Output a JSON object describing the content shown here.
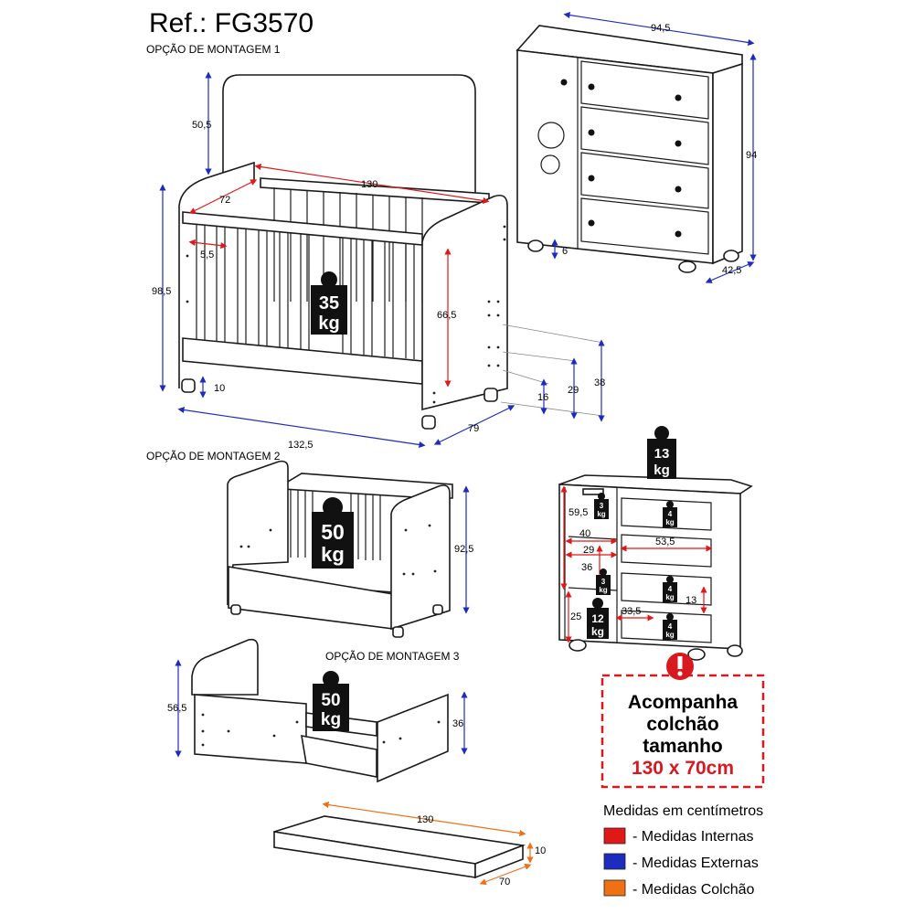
{
  "header": {
    "ref": "Ref.: FG3570",
    "mode1": "OPÇÃO DE MONTAGEM 1",
    "mode2": "OPÇÃO DE MONTAGEM 2",
    "mode3": "OPÇÃO DE MONTAGEM 3"
  },
  "crib1": {
    "w_130": "130",
    "d_72": "72",
    "h_50_5": "50,5",
    "gap_5_5": "5,5",
    "h_98_5": "98,5",
    "h_66_5": "66,5",
    "leg_10": "10",
    "w_132_5": "132,5",
    "d_79": "79",
    "h_16": "16",
    "h_29": "29",
    "h_38": "38",
    "weight_num": "35",
    "weight_unit": "kg"
  },
  "dresser": {
    "w_94_5": "94,5",
    "h_94": "94",
    "d_42_5": "42,5",
    "foot_6": "6"
  },
  "crib2": {
    "h_92_5": "92,5",
    "weight_num": "50",
    "weight_unit": "kg"
  },
  "crib3": {
    "h_56_5": "56,5",
    "h_36": "36",
    "weight_num": "50",
    "weight_unit": "kg"
  },
  "interior": {
    "top_weight": "13",
    "unit": "kg",
    "shelf_weight": "3",
    "door_bottom_weight": "12",
    "drawer_weight": "4",
    "h_59_5": "59,5",
    "w_40": "40",
    "w_29": "29",
    "h_36": "36",
    "h_25": "25",
    "w_53_5": "53,5",
    "h_13": "13",
    "w_33_5": "33,5"
  },
  "mattress": {
    "w_130": "130",
    "d_70": "70",
    "h_10": "10"
  },
  "notice": {
    "line1": "Acompanha",
    "line2": "colchão",
    "line3": "tamanho",
    "line4": "130 x 70cm"
  },
  "legend": {
    "title": "Medidas em centímetros",
    "items": [
      {
        "label": "- Medidas Internas",
        "color": "#e01818"
      },
      {
        "label": "- Medidas Externas",
        "color": "#1d2bbf"
      },
      {
        "label": "- Medidas Colchão",
        "color": "#f07014"
      }
    ]
  },
  "colors": {
    "internal": "#e01818",
    "external": "#1d2bbf",
    "mattress": "#f07014",
    "weight_tag": "#111111",
    "warning": "#d8191f"
  }
}
